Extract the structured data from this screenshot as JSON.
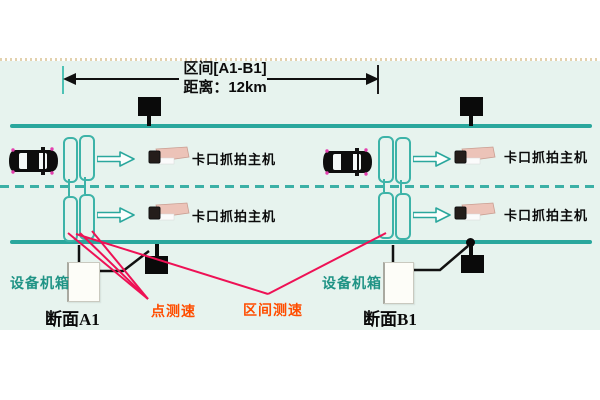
{
  "diagram": {
    "dimension": {
      "interval": "区间[A1-B1]",
      "distance": "距离：12km"
    },
    "camera_label": "卡口抓拍主机",
    "section_a": {
      "cabinet": "设备机箱",
      "name": "断面A1"
    },
    "section_b": {
      "cabinet": "设备机箱",
      "name": "断面B1"
    },
    "speed": {
      "point": "点测速",
      "interval": "区间测速"
    },
    "colors": {
      "road_teal": "#2aa79d",
      "panel_background": "#e7f3ee",
      "dotted_tan": "#e3d2ae",
      "red_measure_line": "#ee1155",
      "speed_label": "#ff4d00",
      "cabinet_label": "#1f9385",
      "camera_body": "#ecc3b8",
      "sign_black": "#0a0a0a"
    }
  }
}
